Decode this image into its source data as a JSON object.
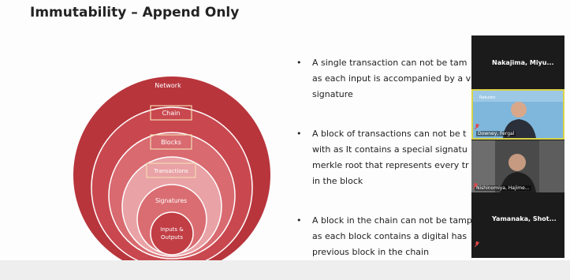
{
  "slide": {
    "title": "Immutability – Append Only",
    "rings": [
      {
        "label": "Network",
        "color": "#b8353c"
      },
      {
        "label": "Chain",
        "color": "#c9484f"
      },
      {
        "label": "Blocks",
        "color": "#d86a70"
      },
      {
        "label": "Transactions",
        "color": "#e9a2a5"
      },
      {
        "label": "Signatures",
        "color": "#da6d72"
      },
      {
        "label": "Inputs & Outputs",
        "label_line1": "Inputs &",
        "label_line2": "Outputs",
        "color": "#c13e45"
      }
    ],
    "bullets": [
      {
        "lines": [
          "A single transaction can not be tam",
          "as each input is accompanied by a v",
          "signature"
        ]
      },
      {
        "lines": [
          "A block of transactions can not be t",
          "with as It contains a special signatu",
          "merkle root that represents every tr",
          "in the block"
        ]
      },
      {
        "lines": [
          "A block in the chain can not be tamp",
          "as each block contains a digital has",
          "previous block in the chain"
        ]
      }
    ],
    "bullet_symbol": "•"
  },
  "participants": [
    {
      "name": "Nakajima,  Miyu...",
      "video": false
    },
    {
      "name": "Downey, Fergal",
      "video": true
    },
    {
      "name": "Nishinomiya, Hajime...",
      "video": true
    },
    {
      "name": "Yamanaka,  Shot...",
      "video": false
    }
  ],
  "colors": {
    "accent": "#b8353c",
    "active_speaker_border": "#d9d24a"
  }
}
